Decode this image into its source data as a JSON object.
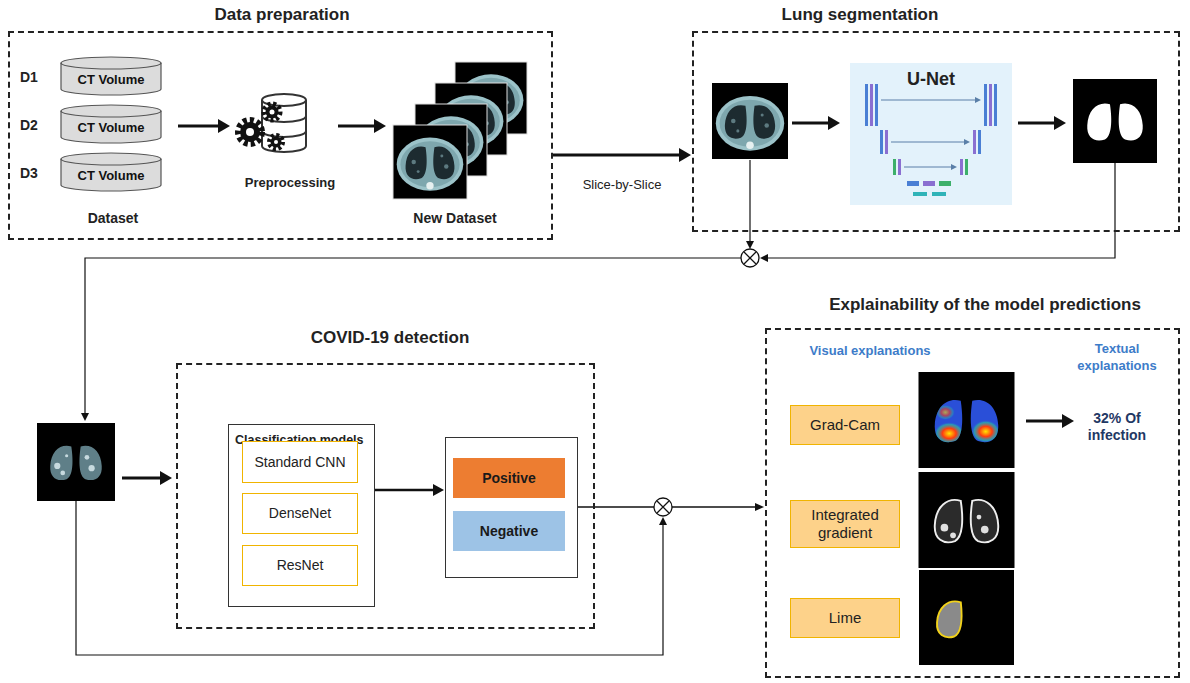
{
  "diagram": {
    "nodes": [
      {
        "text": [
          "Data preparation"
        ]
      },
      {
        "text": [
          "CT Volume"
        ],
        "in": 0
      },
      {
        "text": [
          "CT Volume"
        ],
        "in": 0
      },
      {
        "text": [
          "CT Volume"
        ],
        "in": 0
      },
      {
        "text": [
          "Lung segmentation"
        ]
      },
      {
        "text": [
          "U-Net"
        ],
        "in": 4
      },
      {
        "text": [
          "COVID-19 detection"
        ]
      },
      {
        "text": [
          "Classification models"
        ],
        "in": 6
      },
      {
        "text": [
          "Standard CNN"
        ],
        "in": 7
      },
      {
        "text": [
          "DenseNet"
        ],
        "in": 7
      },
      {
        "text": [
          "ResNet"
        ],
        "in": 7
      },
      {
        "text": [],
        "in": 6
      },
      {
        "text": [
          "Positive"
        ],
        "in": 11
      },
      {
        "text": [
          "Negative"
        ],
        "in": 11
      },
      {
        "text": [
          "Explainability of the model predictions"
        ]
      },
      {
        "text": [
          "Grad-Cam"
        ],
        "in": 14
      },
      {
        "text": [
          "Integrated gradient"
        ],
        "in": 14
      },
      {
        "text": [
          "Lime"
        ],
        "in": 14
      }
    ],
    "edges": [
      {
        "from": 0,
        "to": 4,
        "label": "Slice-by-Slice",
        "arrow": "to"
      },
      {
        "from": 7,
        "to": 11,
        "arrow": "to"
      },
      {
        "from": 11,
        "to": 14,
        "arrow": "to"
      }
    ],
    "labels": [
      "D1",
      "D2",
      "D3",
      "Dataset",
      "Preprocessing",
      "New Dataset",
      "Visual explanations",
      "Textual explanations",
      "32% Of infection"
    ]
  }
}
